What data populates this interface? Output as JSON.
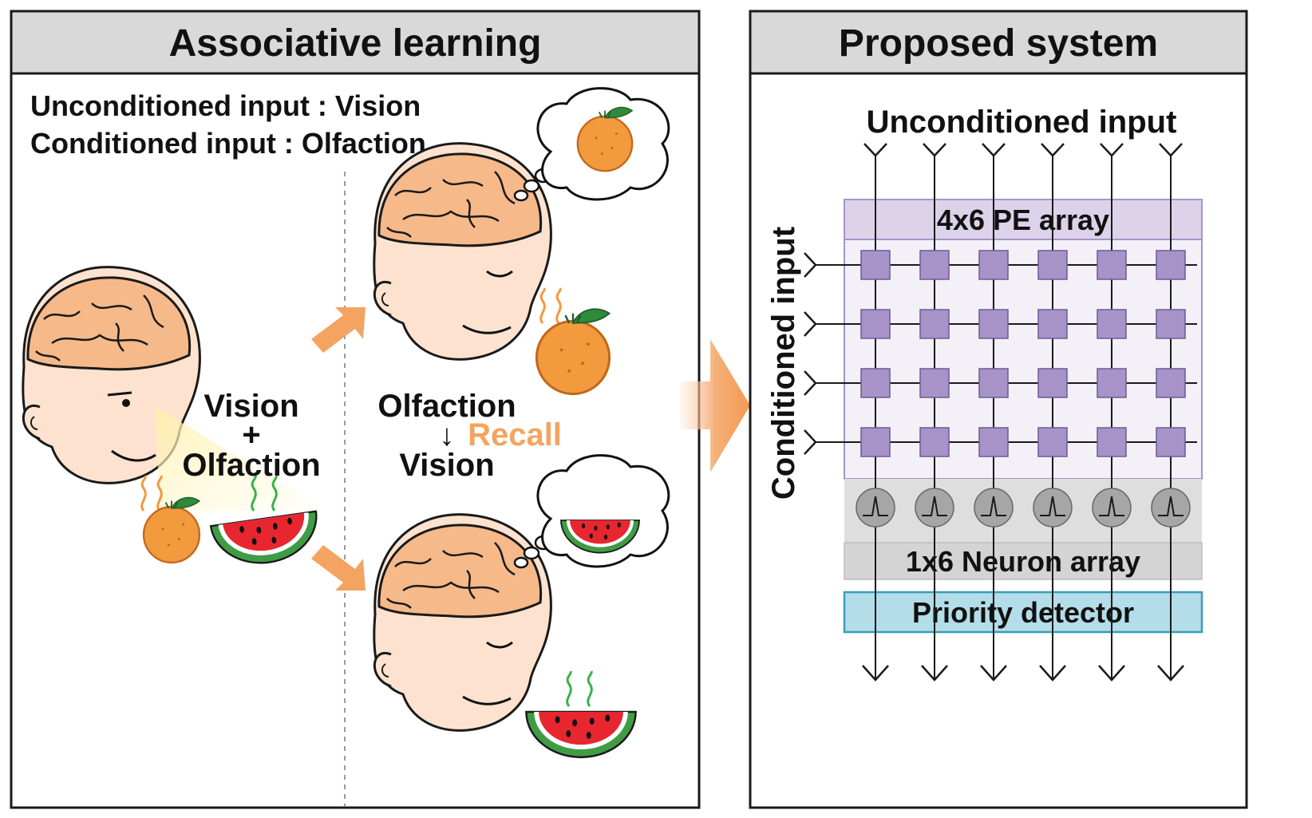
{
  "left_panel": {
    "title": "Associative learning",
    "unconditioned_line": "Unconditioned input : Vision",
    "conditioned_line": "Conditioned input : Olfaction",
    "training_label_top": "Vision",
    "training_label_plus": "+",
    "training_label_bottom": "Olfaction",
    "recall_label_top": "Olfaction",
    "recall_arrow": "↓",
    "recall_word": "Recall",
    "recall_label_bottom": "Vision"
  },
  "right_panel": {
    "title": "Proposed system",
    "unconditioned_input": "Unconditioned input",
    "conditioned_input": "Conditioned input",
    "pe_array": "4x6 PE array",
    "neuron_array": "1x6 Neuron array",
    "priority_detector": "Priority detector",
    "pe_rows": 4,
    "pe_cols": 6
  },
  "colors": {
    "header_bg": "#d9d9d9",
    "accent_orange": "#f4a460",
    "pe_fill": "#a893c9",
    "pe_region": "#f3f0f8",
    "pe_header": "#dcd3ea",
    "neuron_bg": "#dedede",
    "detector_fill": "#b3dde8",
    "detector_stroke": "#3a9db8",
    "skin": "#fde3cf",
    "brain": "#f6b98a",
    "orange_fruit": "#f19a3e",
    "melon_red": "#e8262f",
    "melon_green": "#3f9c45",
    "steam_green": "#37b24d"
  }
}
